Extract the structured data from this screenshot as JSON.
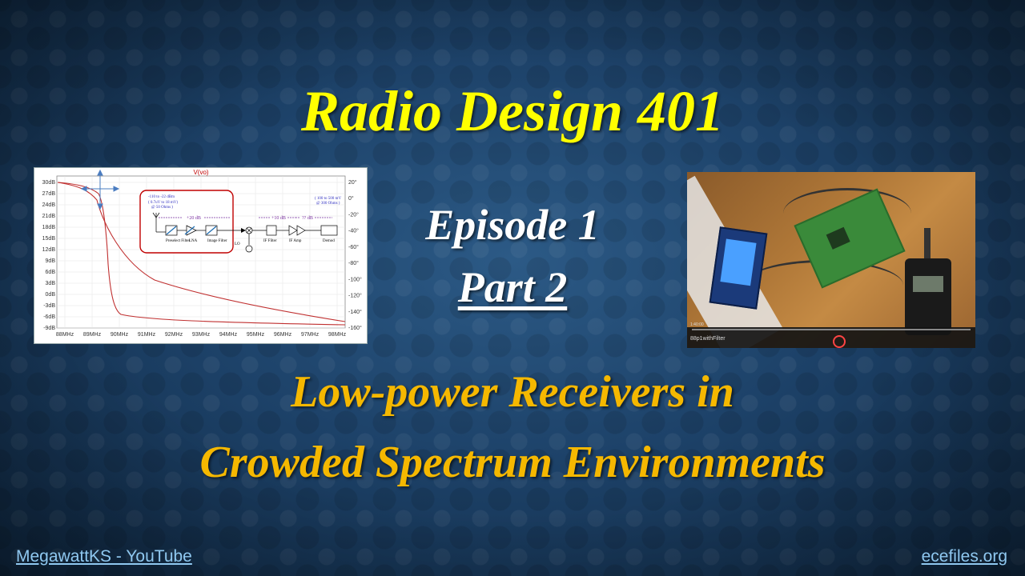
{
  "slide": {
    "title": "Radio Design 401",
    "episode": "Episode 1",
    "part": "Part 2",
    "subtitle_line1": "Low-power Receivers in",
    "subtitle_line2": "Crowded Spectrum Environments",
    "footer_left": "MegawattKS - YouTube",
    "footer_right": "ecefiles.org"
  },
  "colors": {
    "title": "#ffff00",
    "subtitle": "#f5b800",
    "episode": "#ffffff",
    "footer": "#8fc8f0"
  },
  "chart": {
    "title": "V(vo)",
    "y_left_ticks": [
      "30dB",
      "27dB",
      "24dB",
      "21dB",
      "18dB",
      "15dB",
      "12dB",
      "9dB",
      "6dB",
      "3dB",
      "0dB",
      "-3dB",
      "-6dB",
      "-9dB"
    ],
    "y_right_ticks": [
      "20°",
      "0°",
      "-20°",
      "-40°",
      "-60°",
      "-80°",
      "-100°",
      "-120°",
      "-140°",
      "-160°"
    ],
    "x_ticks": [
      "88MHz",
      "89MHz",
      "90MHz",
      "91MHz",
      "92MHz",
      "93MHz",
      "94MHz",
      "95MHz",
      "96MHz",
      "97MHz",
      "98MHz"
    ],
    "block": {
      "input_note_1": "-110 to -22 dBm",
      "input_note_2": "( 0.7uV to 18 mV)",
      "input_note_3": "@ 50 Ohms )",
      "gain1": "+20 dB",
      "gain2": "+10 dB",
      "gain3": "?? dB",
      "output_note_1": "( 100 to 500 mV",
      "output_note_2": "@ 300 Ohms )",
      "labels": [
        "Preselect Filter",
        "LNA",
        "Image Filter",
        "LO",
        "IF Filter",
        "IF Amp",
        "Demod"
      ]
    }
  },
  "video": {
    "filename": "88p1withFilter",
    "time": "1:40:00"
  }
}
